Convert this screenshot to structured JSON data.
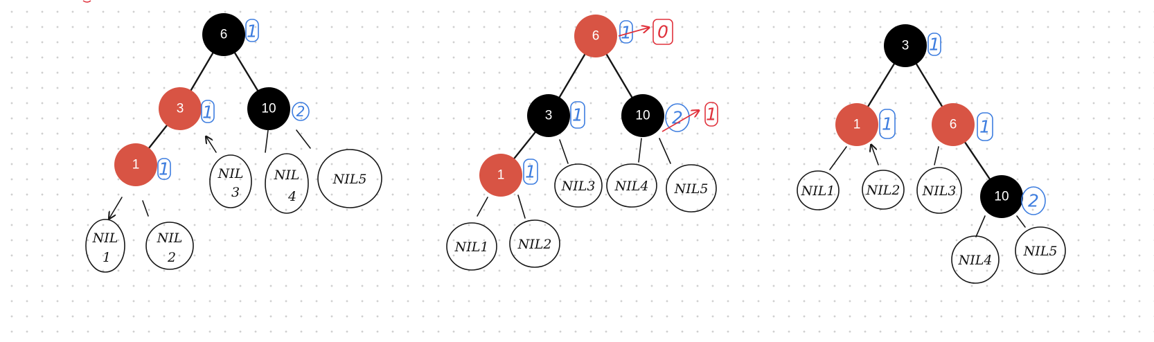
{
  "colors": {
    "black_node": "#000000",
    "red_node": "#d85444",
    "blue_ink": "#3d7ddf",
    "red_ink": "#e0323c",
    "pen": "#151515"
  },
  "trees": [
    {
      "nodes": {
        "n6": {
          "key": "6",
          "color": "black",
          "bh": "1"
        },
        "n3": {
          "key": "3",
          "color": "red",
          "bh": "1"
        },
        "n10": {
          "key": "10",
          "color": "black",
          "bh": "2"
        },
        "n1": {
          "key": "1",
          "color": "red",
          "bh": "1"
        }
      },
      "nils": {
        "a": {
          "line1": "NIL",
          "line2": "1"
        },
        "b": {
          "line1": "NIL",
          "line2": "2"
        },
        "c": {
          "line1": "NIL",
          "line2": "3"
        },
        "d": {
          "line1": "NIL",
          "line2": "4"
        },
        "e": {
          "line1": "NIL5"
        }
      }
    },
    {
      "nodes": {
        "n6": {
          "key": "6",
          "color": "red",
          "bh": "1",
          "bh_new": "0"
        },
        "n3": {
          "key": "3",
          "color": "black",
          "bh": "1"
        },
        "n10": {
          "key": "10",
          "color": "black",
          "bh": "2",
          "bh_new": "1"
        },
        "n1": {
          "key": "1",
          "color": "red",
          "bh": "1"
        }
      },
      "nils": {
        "a": {
          "line1": "NIL1"
        },
        "b": {
          "line1": "NIL2"
        },
        "c": {
          "line1": "NIL3"
        },
        "d": {
          "line1": "NIL4"
        },
        "e": {
          "line1": "NIL5"
        }
      }
    },
    {
      "nodes": {
        "n3": {
          "key": "3",
          "color": "black",
          "bh": "1"
        },
        "n1": {
          "key": "1",
          "color": "red",
          "bh": "1"
        },
        "n6": {
          "key": "6",
          "color": "red",
          "bh": "1"
        },
        "n10": {
          "key": "10",
          "color": "black",
          "bh": "2"
        }
      },
      "nils": {
        "a": {
          "line1": "NIL1"
        },
        "b": {
          "line1": "NIL2"
        },
        "c": {
          "line1": "NIL3"
        },
        "d": {
          "line1": "NIL4"
        },
        "e": {
          "line1": "NIL5"
        }
      }
    }
  ]
}
